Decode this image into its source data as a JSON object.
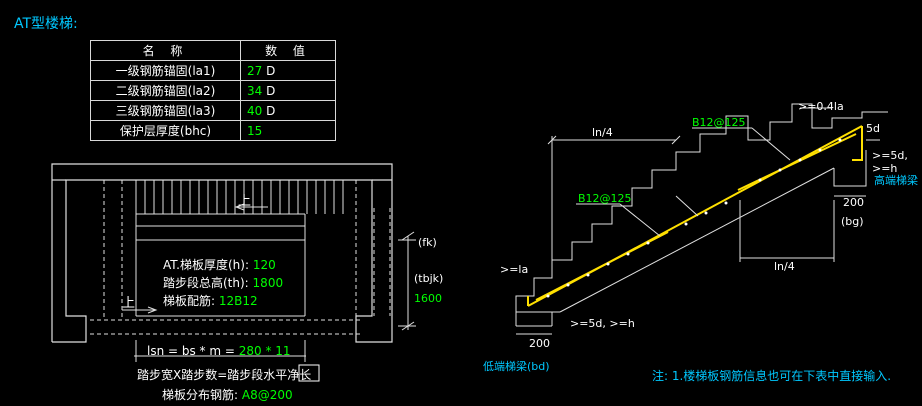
{
  "title": "AT型楼梯:",
  "table": {
    "header_name": "名 称",
    "header_value": "数 值",
    "rows": [
      {
        "name": "一级钢筋锚固(la1)",
        "value": "27",
        "unit": "D"
      },
      {
        "name": "二级钢筋锚固(la2)",
        "value": "34",
        "unit": "D"
      },
      {
        "name": "三级钢筋锚固(la3)",
        "value": "40",
        "unit": "D"
      },
      {
        "name": "保护层厚度(bhc)",
        "value": "15",
        "unit": ""
      }
    ]
  },
  "plan": {
    "up_label_top": "上",
    "up_label_bottom": "上",
    "thickness_label": "AT.梯板厚度(h):",
    "thickness_value": "120",
    "height_label": "踏步段总高(th):",
    "height_value": "1800",
    "rebar_label": "梯板配筋:",
    "rebar_value": "12B12",
    "fk": "(fk)",
    "tbjk": "(tbjk)",
    "side_value": "1600",
    "lsn_label": "lsn = bs * m =",
    "lsn_value": "280 * 11",
    "lsn_desc_a": "踏步宽X踏步数=踏步段水平",
    "lsn_desc_b": "净长",
    "dist_label": "梯板分布钢筋:",
    "dist_value": "A8@200"
  },
  "section": {
    "ln4_top": "ln/4",
    "ln4_bottom": "ln/4",
    "rebar_top": "B12@125",
    "rebar_mid": "B12@125",
    "ge04la": ">=0.4la",
    "d5_top": "5d",
    "d5_right": ">=5d, >=h",
    "high_beam": "高端梯梁",
    "low_beam": "低端梯梁(bd)",
    "la": ">=la",
    "d5_bottom": ">=5d, >=h",
    "dim_200_left": "200",
    "dim_200_right": "200",
    "bg": "(bg)"
  },
  "note": "注: 1.楼梯板钢筋信息也可在下表中直接输入."
}
